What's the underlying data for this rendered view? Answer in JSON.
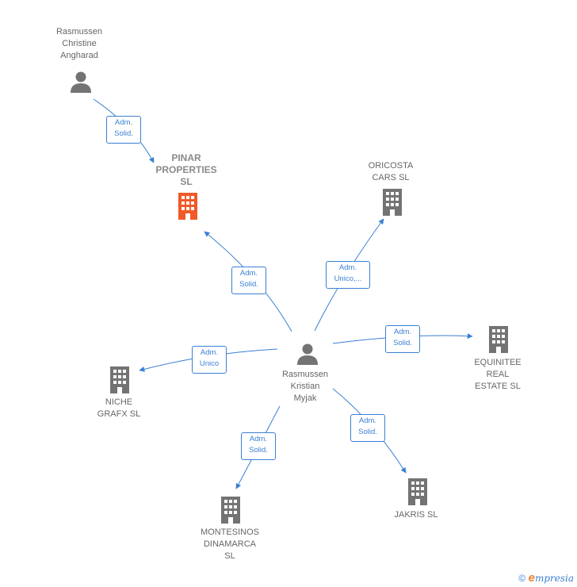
{
  "nodes": {
    "rasmussen_christine": {
      "label": "Rasmussen\nChristine\nAngharad",
      "type": "person"
    },
    "pinar": {
      "label": "PINAR\nPROPERTIES\nSL",
      "type": "company",
      "color": "#f05a28"
    },
    "oricosta": {
      "label": "ORICOSTA\nCARS  SL",
      "type": "company"
    },
    "rasmussen_kristian": {
      "label": "Rasmussen\nKristian\nMyjak",
      "type": "person"
    },
    "niche": {
      "label": "NICHE\nGRAFX SL",
      "type": "company"
    },
    "equinitee": {
      "label": "EQUINITEE\nREAL\nESTATE  SL",
      "type": "company"
    },
    "montesinos": {
      "label": "MONTESINOS\nDINAMARCA\nSL",
      "type": "company"
    },
    "jakris": {
      "label": "JAKRIS  SL",
      "type": "company"
    }
  },
  "edges": [
    {
      "id": "e1",
      "label": "Adm.\nSolid."
    },
    {
      "id": "e2",
      "label": "Adm.\nSolid."
    },
    {
      "id": "e3",
      "label": "Adm.\nUnico,..."
    },
    {
      "id": "e4",
      "label": "Adm.\nSolid."
    },
    {
      "id": "e5",
      "label": "Adm.\nUnico"
    },
    {
      "id": "e6",
      "label": "Adm.\nSolid."
    },
    {
      "id": "e7",
      "label": "Adm.\nSolid."
    }
  ],
  "colors": {
    "edge": "#3b7fd4",
    "icon": "#737373",
    "highlight": "#f05a28"
  },
  "footer": {
    "copyright": "©",
    "brand": "mpresia",
    "brand_initial": "e"
  }
}
